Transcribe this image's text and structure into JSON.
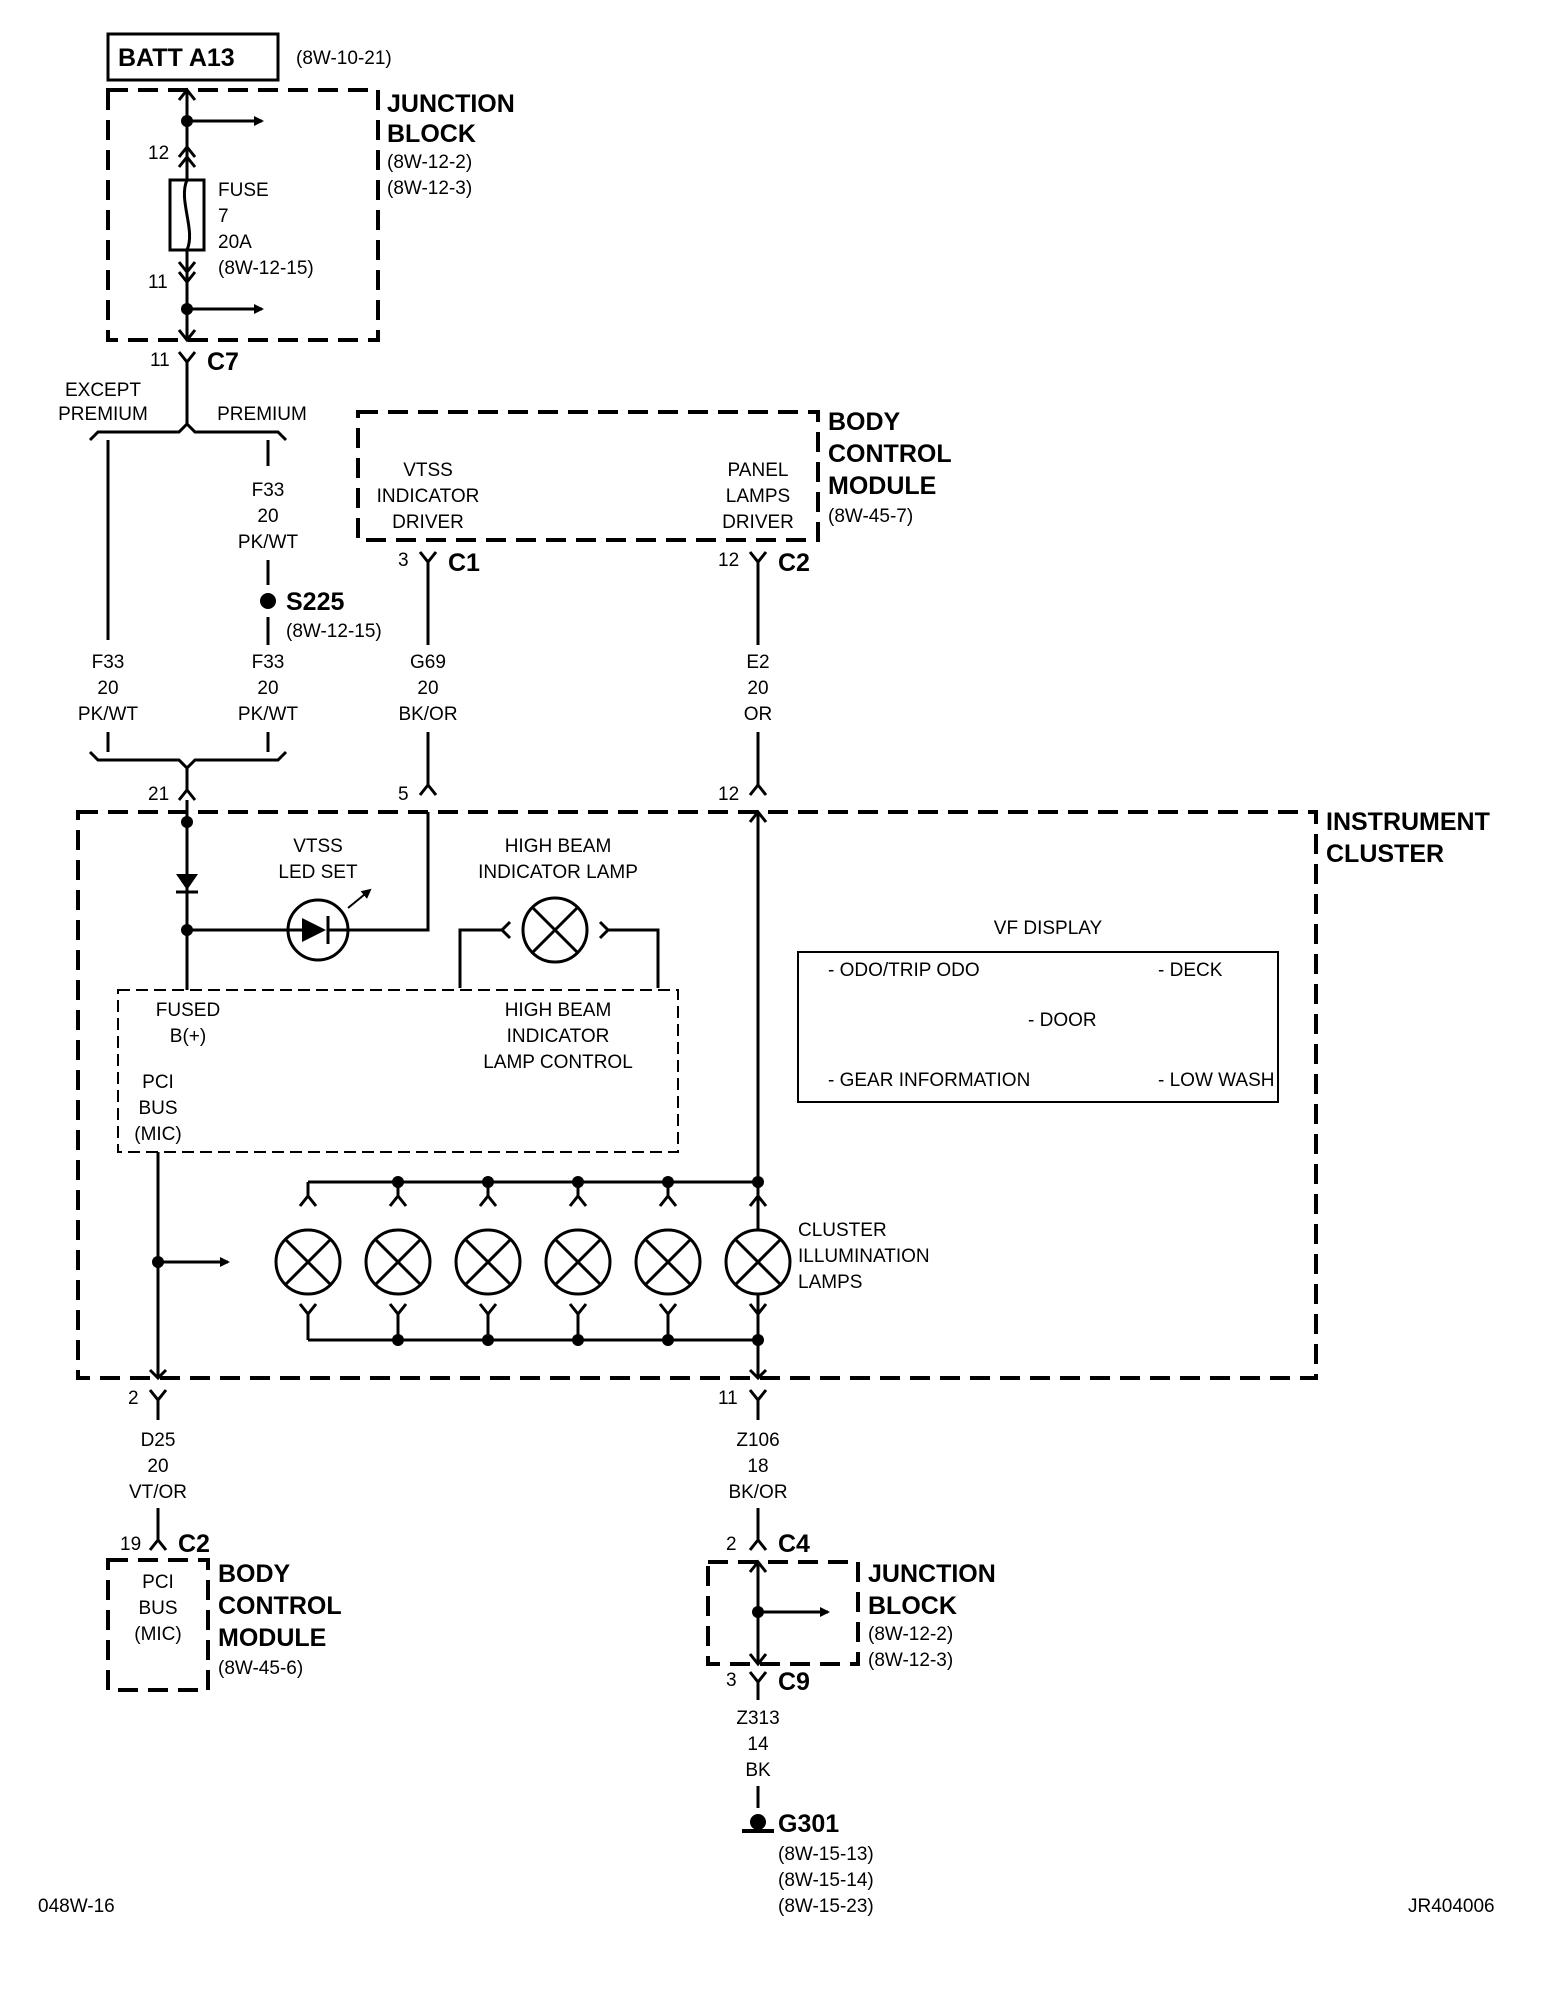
{
  "batt": {
    "name": "BATT A13",
    "ref": "(8W-10-21)"
  },
  "jb_top": {
    "title1": "JUNCTION",
    "title2": "BLOCK",
    "ref1": "(8W-12-2)",
    "ref2": "(8W-12-3)",
    "pin_top": "12",
    "pin_bottom": "11",
    "fuse_label": "FUSE",
    "fuse_num": "7",
    "fuse_amp": "20A",
    "fuse_ref": "(8W-12-15)"
  },
  "c7": {
    "pin": "11",
    "name": "C7"
  },
  "split": {
    "except1": "EXCEPT",
    "except2": "PREMIUM",
    "premium": "PREMIUM"
  },
  "wire_f33_premium": {
    "circuit": "F33",
    "gauge": "20",
    "color": "PK/WT"
  },
  "splice": {
    "name": "S225",
    "ref": "(8W-12-15)"
  },
  "wire_f33_left": {
    "circuit": "F33",
    "gauge": "20",
    "color": "PK/WT"
  },
  "wire_f33_right": {
    "circuit": "F33",
    "gauge": "20",
    "color": "PK/WT"
  },
  "bcm_top": {
    "title1": "BODY",
    "title2": "CONTROL",
    "title3": "MODULE",
    "ref": "(8W-45-7)",
    "vtss1": "VTSS",
    "vtss2": "INDICATOR",
    "vtss3": "DRIVER",
    "panel1": "PANEL",
    "panel2": "LAMPS",
    "panel3": "DRIVER",
    "c1_pin": "3",
    "c1_name": "C1",
    "c2_pin": "12",
    "c2_name": "C2"
  },
  "wire_g69": {
    "circuit": "G69",
    "gauge": "20",
    "color": "BK/OR"
  },
  "wire_e2": {
    "circuit": "E2",
    "gauge": "20",
    "color": "OR"
  },
  "cluster": {
    "title1": "INSTRUMENT",
    "title2": "CLUSTER",
    "pin_fused": "21",
    "pin_vtss": "5",
    "pin_panel": "12",
    "vtss_led1": "VTSS",
    "vtss_led2": "LED SET",
    "hb_lamp1": "HIGH BEAM",
    "hb_lamp2": "INDICATOR LAMP",
    "fused1": "FUSED",
    "fused2": "B(+)",
    "hb_ctrl1": "HIGH BEAM",
    "hb_ctrl2": "INDICATOR",
    "hb_ctrl3": "LAMP CONTROL",
    "pci1": "PCI",
    "pci2": "BUS",
    "pci3": "(MIC)",
    "vf_title": "VF DISPLAY",
    "vf_items": [
      "- ODO/TRIP ODO",
      "- DECK",
      "- DOOR",
      "- GEAR INFORMATION",
      "- LOW WASH"
    ],
    "illum1": "CLUSTER",
    "illum2": "ILLUMINATION",
    "illum3": "LAMPS",
    "pin_out_left": "2",
    "pin_out_right": "11"
  },
  "wire_d25": {
    "circuit": "D25",
    "gauge": "20",
    "color": "VT/OR"
  },
  "wire_z106": {
    "circuit": "Z106",
    "gauge": "18",
    "color": "BK/OR"
  },
  "bcm_bottom": {
    "pin": "19",
    "conn": "C2",
    "pci1": "PCI",
    "pci2": "BUS",
    "pci3": "(MIC)",
    "title1": "BODY",
    "title2": "CONTROL",
    "title3": "MODULE",
    "ref": "(8W-45-6)"
  },
  "jb_bottom": {
    "pin_c4": "2",
    "c4": "C4",
    "pin_c9": "3",
    "c9": "C9",
    "title1": "JUNCTION",
    "title2": "BLOCK",
    "ref1": "(8W-12-2)",
    "ref2": "(8W-12-3)"
  },
  "wire_z313": {
    "circuit": "Z313",
    "gauge": "14",
    "color": "BK"
  },
  "ground": {
    "name": "G301",
    "ref1": "(8W-15-13)",
    "ref2": "(8W-15-14)",
    "ref3": "(8W-15-23)"
  },
  "footer": {
    "left": "048W-16",
    "right": "JR404006"
  }
}
